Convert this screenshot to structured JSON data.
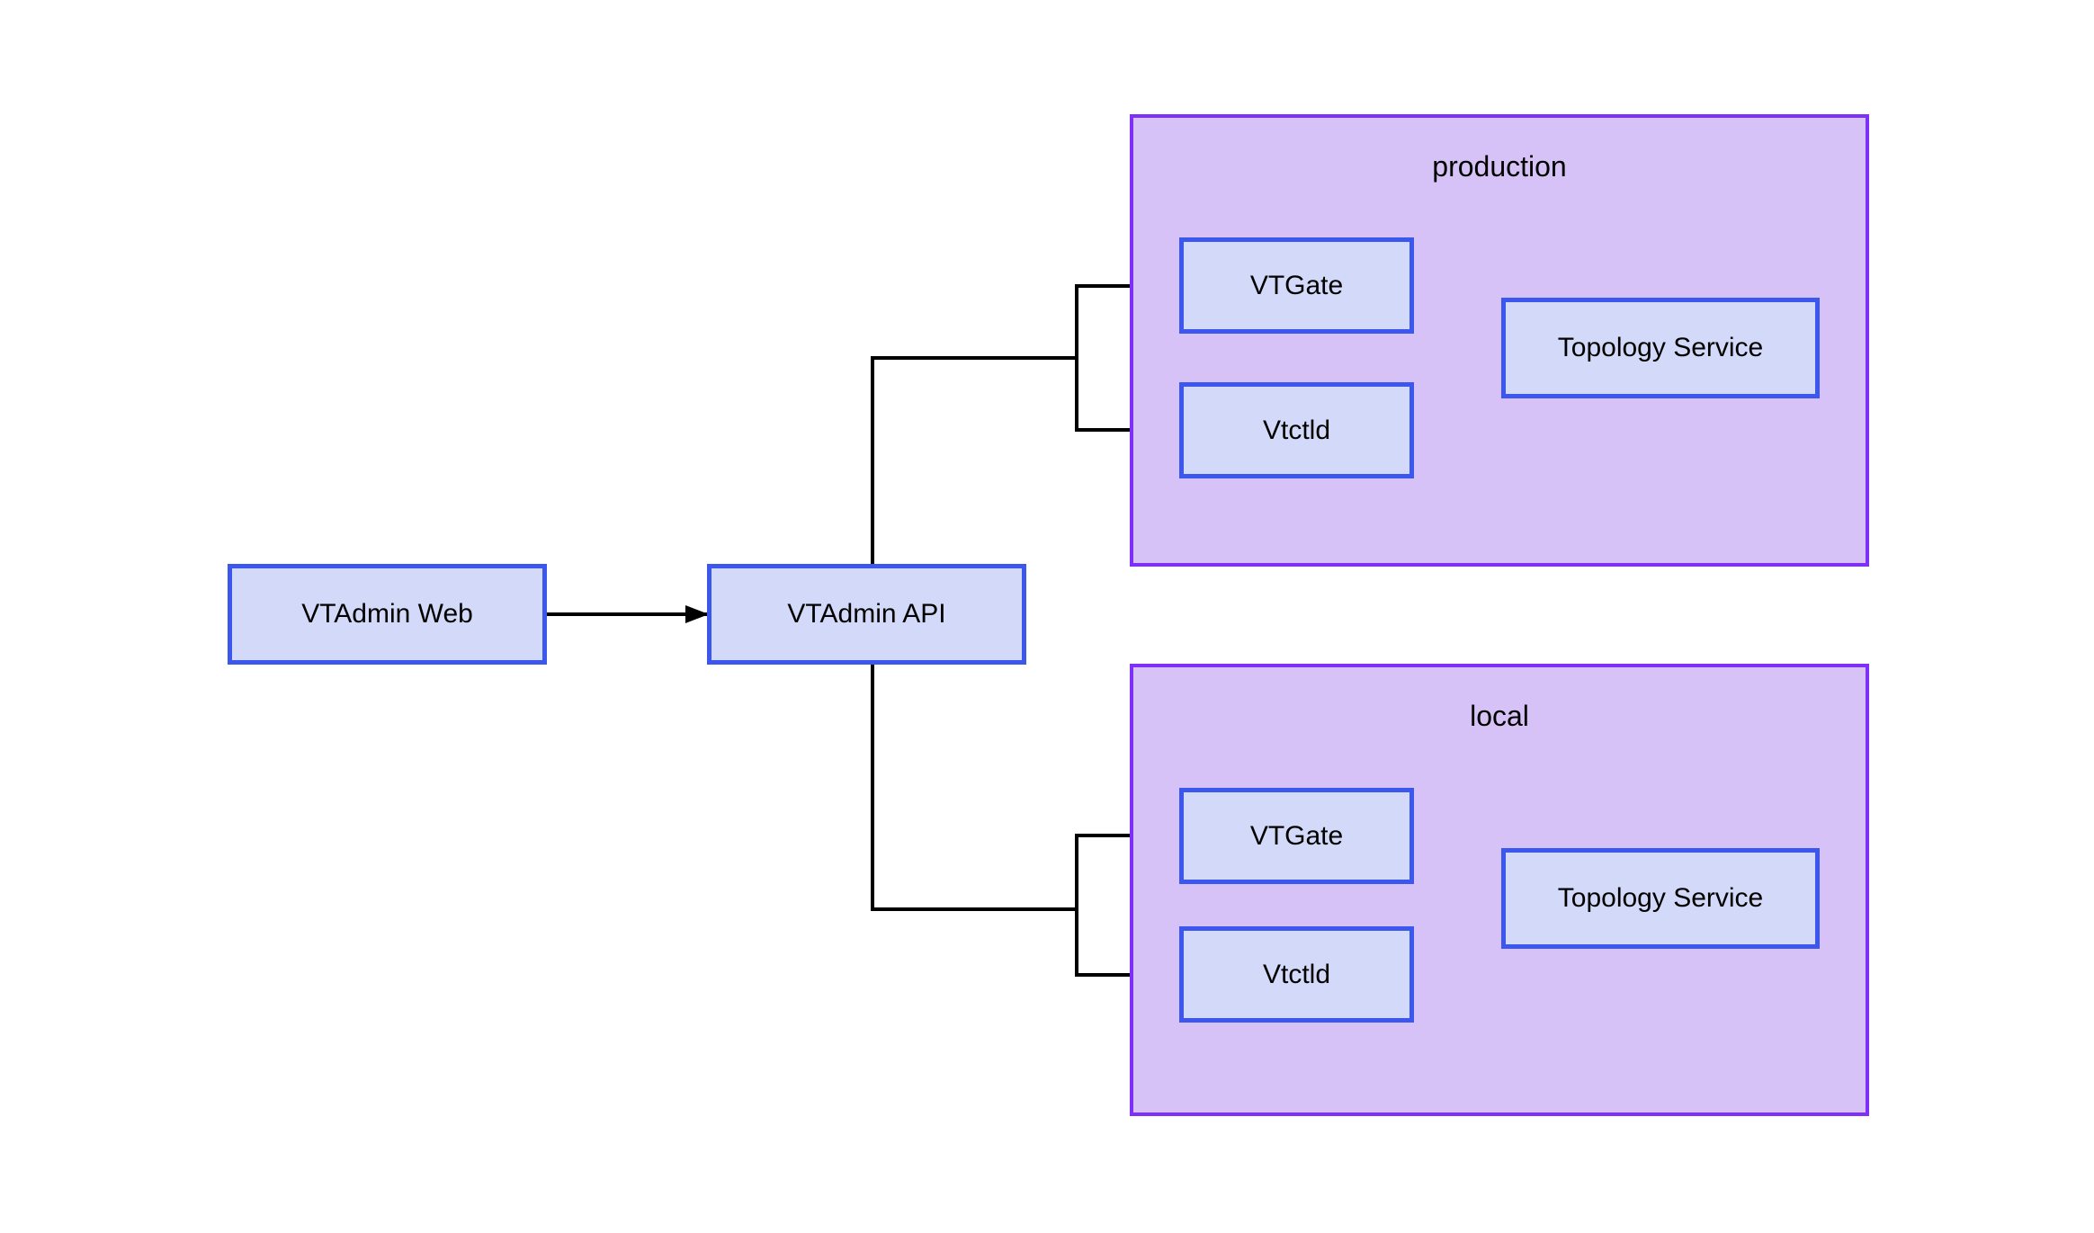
{
  "colors": {
    "background": "#ffffff",
    "node_fill": "#d3d9f8",
    "node_border": "#3b57ee",
    "cluster_fill": "#d7c2f7",
    "cluster_border": "#7e2ff8",
    "edge": "#000000",
    "text": "#000000"
  },
  "clusters": {
    "production": {
      "label": "production"
    },
    "local": {
      "label": "local"
    }
  },
  "nodes": {
    "vtadmin_web": {
      "label": "VTAdmin Web"
    },
    "vtadmin_api": {
      "label": "VTAdmin API"
    },
    "production_vtgate": {
      "label": "VTGate"
    },
    "production_vtctld": {
      "label": "Vtctld"
    },
    "production_topology_service": {
      "label": "Topology Service"
    },
    "local_vtgate": {
      "label": "VTGate"
    },
    "local_vtctld": {
      "label": "Vtctld"
    },
    "local_topology_service": {
      "label": "Topology Service"
    }
  },
  "edges": [
    {
      "from": "vtadmin_web",
      "to": "vtadmin_api",
      "arrows": "to"
    },
    {
      "from": "vtadmin_api",
      "to": "production_vtgate",
      "arrows": "to"
    },
    {
      "from": "vtadmin_api",
      "to": "production_vtctld",
      "arrows": "to"
    },
    {
      "from": "vtadmin_api",
      "to": "local_vtgate",
      "arrows": "to"
    },
    {
      "from": "vtadmin_api",
      "to": "local_vtctld",
      "arrows": "to"
    },
    {
      "between": [
        "production_vtgate",
        "production_topology_service"
      ],
      "arrows": "both"
    },
    {
      "between": [
        "production_vtctld",
        "production_topology_service"
      ],
      "arrows": "both"
    },
    {
      "between": [
        "local_vtgate",
        "local_topology_service"
      ],
      "arrows": "both"
    },
    {
      "between": [
        "local_vtctld",
        "local_topology_service"
      ],
      "arrows": "both"
    }
  ]
}
